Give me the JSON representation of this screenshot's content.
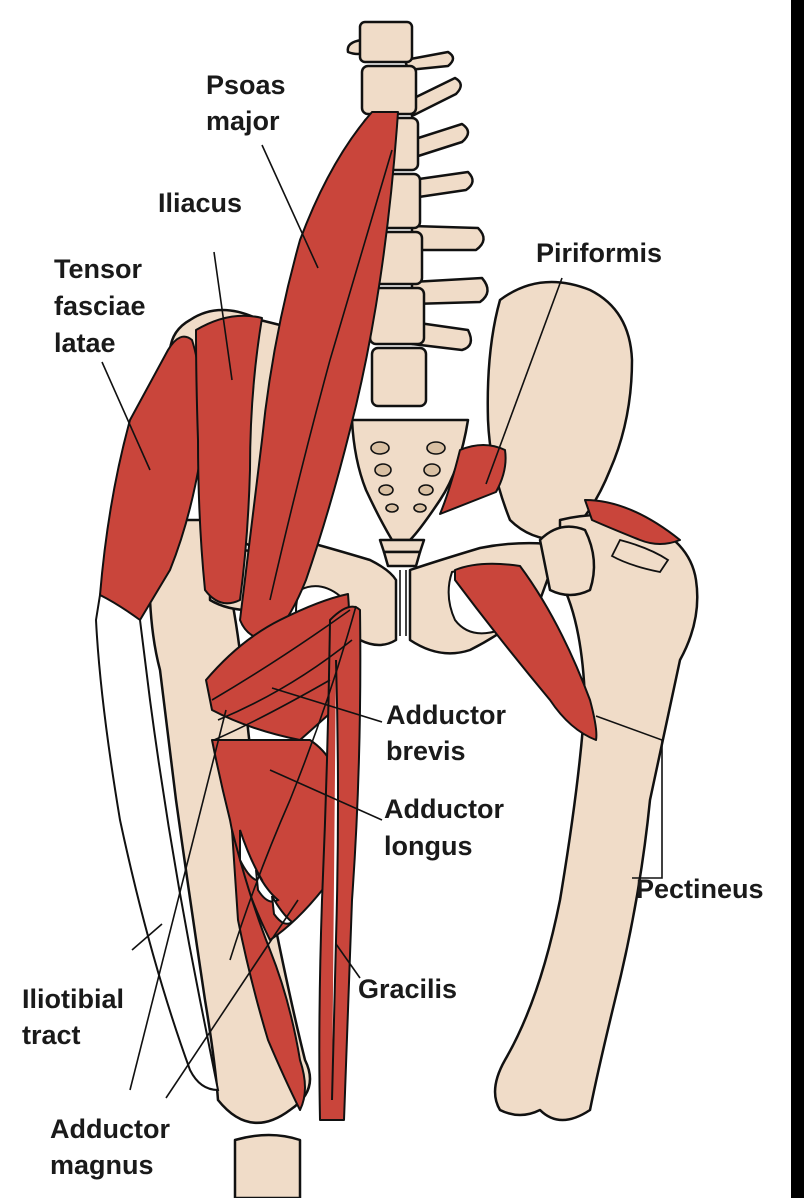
{
  "diagram": {
    "labels": {
      "psoas_major": [
        "Psoas",
        "major"
      ],
      "iliacus": [
        "Iliacus"
      ],
      "tensor_fasciae_latae": [
        "Tensor",
        "fasciae",
        "latae"
      ],
      "piriformis": [
        "Piriformis"
      ],
      "adductor_brevis": [
        "Adductor",
        "brevis"
      ],
      "adductor_longus": [
        "Adductor",
        "longus"
      ],
      "pectineus": [
        "Pectineus"
      ],
      "gracilis": [
        "Gracilis"
      ],
      "iliotibial_tract": [
        "Iliotibial",
        "tract"
      ],
      "adductor_magnus": [
        "Adductor",
        "magnus"
      ]
    },
    "colors": {
      "muscle": "#c9453b",
      "bone": "#f0dcc8",
      "outline": "#111111",
      "tendon": "#ffffff"
    }
  }
}
